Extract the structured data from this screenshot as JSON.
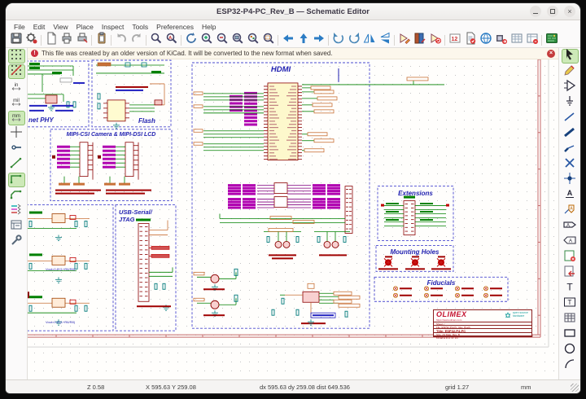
{
  "window": {
    "title": "ESP32-P4-PC_Rev_B — Schematic Editor",
    "controls": {
      "minimize": "minimize",
      "maximize": "maximize",
      "close": "close"
    }
  },
  "menu": {
    "items": [
      "File",
      "Edit",
      "View",
      "Place",
      "Inspect",
      "Tools",
      "Preferences",
      "Help"
    ]
  },
  "toolbar": {
    "items": [
      "save",
      "schematic-setup",
      "|",
      "page-settings",
      "print",
      "plot",
      "|",
      "paste",
      "|",
      "undo",
      "redo",
      "|",
      "find",
      "find-replace",
      "|",
      "refresh-view",
      "zoom-in",
      "zoom-out",
      "zoom-fit",
      "zoom-objects",
      "zoom-selection",
      "|",
      "nav-back",
      "nav-up",
      "nav-forward",
      "|",
      "rotate-ccw",
      "rotate-cw",
      "mirror-horizontal",
      "mirror-vertical",
      "|",
      "edit-symbol",
      "symbol-library",
      "update-symbols",
      "|",
      "annotate",
      "erc",
      "hierarchy-navigator",
      "assign-footprints",
      "fields-table",
      "bom",
      "|",
      "pcb-editor"
    ]
  },
  "left_toolbar": {
    "items": [
      {
        "name": "grid-dots",
        "selected": true
      },
      {
        "name": "grid-override",
        "selected": true
      },
      {
        "name": "units-in",
        "label": "in",
        "selected": false
      },
      {
        "name": "units-mil",
        "label": "mil",
        "selected": false
      },
      {
        "name": "units-mm",
        "label": "mm",
        "selected": true
      },
      {
        "name": "crosshair-cursor",
        "selected": false
      },
      {
        "name": "hidden-pins",
        "selected": false
      },
      {
        "name": "wire-mode-free",
        "selected": false
      },
      {
        "name": "wire-mode-90",
        "selected": true
      },
      {
        "name": "wire-mode-45",
        "selected": false
      },
      {
        "name": "erc-markers",
        "selected": false
      },
      {
        "name": "hierarchy-list",
        "selected": false
      },
      {
        "name": "properties-panel",
        "selected": false
      }
    ]
  },
  "right_toolbar": {
    "items": [
      {
        "name": "select-tool",
        "selected": true
      },
      {
        "name": "highlight-net",
        "selected": false
      },
      {
        "name": "place-symbol",
        "selected": false
      },
      {
        "name": "place-power",
        "selected": false
      },
      {
        "name": "draw-wire",
        "selected": false
      },
      {
        "name": "draw-bus",
        "selected": false
      },
      {
        "name": "bus-entry",
        "selected": false
      },
      {
        "name": "no-connect",
        "selected": false
      },
      {
        "name": "junction",
        "selected": false
      },
      {
        "name": "net-label",
        "selected": false
      },
      {
        "name": "net-class-directive",
        "selected": false
      },
      {
        "name": "global-label",
        "selected": false
      },
      {
        "name": "hierarchical-label",
        "selected": false
      },
      {
        "name": "hierarchical-sheet",
        "selected": false
      },
      {
        "name": "import-sheet-pin",
        "selected": false
      },
      {
        "name": "text",
        "selected": false
      },
      {
        "name": "text-box",
        "selected": false
      },
      {
        "name": "table",
        "selected": false
      },
      {
        "name": "rectangle",
        "selected": false
      },
      {
        "name": "circle",
        "selected": false
      },
      {
        "name": "arc",
        "selected": false
      }
    ]
  },
  "infobar": {
    "message": "This file was created by an older version of KiCad. It will be converted to the new format when saved.",
    "close_icon": "close-icon"
  },
  "canvas": {
    "sections": {
      "eth": {
        "title": "net PHY"
      },
      "flash": {
        "title": "Flash"
      },
      "mipi": {
        "title": "MIPI-CSI Camera & MIPI-DSI LCD"
      },
      "usb": {
        "line1": "USB-Serial/",
        "line2": "JTAG"
      },
      "hdmi": {
        "title": "HDMI"
      },
      "extensions": {
        "title": "Extensions"
      },
      "mounting_holes": {
        "title": "Mounting Holes"
      },
      "fiducials": {
        "title": "Fiducials"
      }
    },
    "power_formulas": [
      "Vout=0.8*(1+R6/R8)",
      "Vout=0.8*(1+R6/R8)"
    ],
    "title_block": {
      "brand": "OLIMEX",
      "url": "https://www.olimex.com",
      "oshw_line1": "open source",
      "oshw_line2": "hardware",
      "rows": [
        "Sheet: /",
        "File: ESP32-P4-PC_Rev_B.sch",
        "Title: ESP32-P4-PC",
        "Size: A3      Date:      Rev: B",
        "KiCad E.D.A.                         Id: 1/1"
      ]
    }
  },
  "status": {
    "zoom": "Z 0.58",
    "position": "X 595.63 Y 259.08",
    "delta": "dx 595.63  dy 259.08  dist 649.536",
    "grid": "grid 1.27",
    "units": "mm"
  }
}
